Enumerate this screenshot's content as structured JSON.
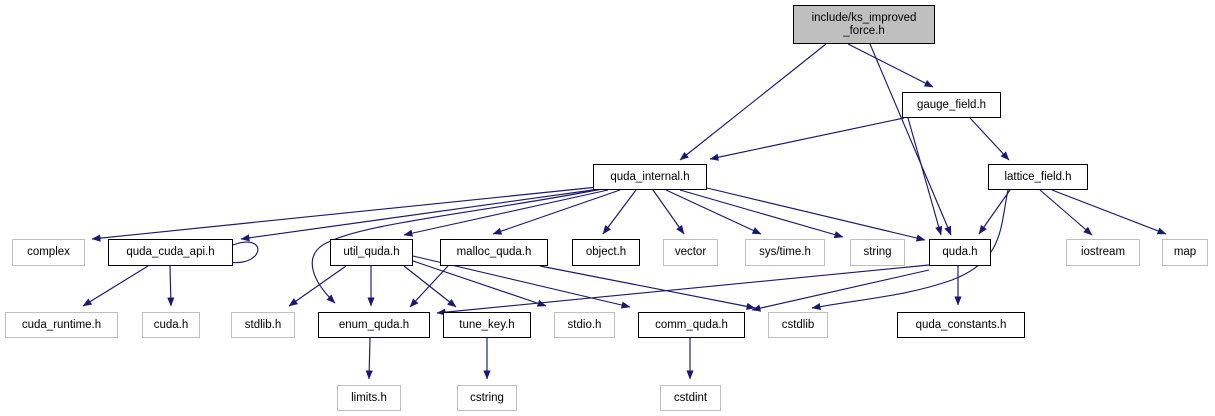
{
  "diagram": {
    "type": "include-dependency-graph",
    "root_file": "include/ks_improved_force.h",
    "colors": {
      "edge": "#191970",
      "main_node_fill": "#bfbfbf",
      "node_fill": "#ffffff",
      "linked_node_border": "#000000",
      "leaf_node_border": "#bebebe",
      "text": "#000000"
    },
    "nodes": [
      {
        "id": "ks",
        "label": "include/ks_improved\n_force.h",
        "kind": "main"
      },
      {
        "id": "gauge_field",
        "label": "gauge_field.h",
        "kind": "link"
      },
      {
        "id": "lattice_field",
        "label": "lattice_field.h",
        "kind": "link"
      },
      {
        "id": "quda_internal",
        "label": "quda_internal.h",
        "kind": "link"
      },
      {
        "id": "complex",
        "label": "complex",
        "kind": "leaf"
      },
      {
        "id": "quda_cuda_api",
        "label": "quda_cuda_api.h",
        "kind": "link"
      },
      {
        "id": "util_quda",
        "label": "util_quda.h",
        "kind": "link"
      },
      {
        "id": "malloc_quda",
        "label": "malloc_quda.h",
        "kind": "link"
      },
      {
        "id": "object",
        "label": "object.h",
        "kind": "link"
      },
      {
        "id": "vector",
        "label": "vector",
        "kind": "leaf"
      },
      {
        "id": "sys_time",
        "label": "sys/time.h",
        "kind": "leaf"
      },
      {
        "id": "string",
        "label": "string",
        "kind": "leaf"
      },
      {
        "id": "quda",
        "label": "quda.h",
        "kind": "link"
      },
      {
        "id": "iostream",
        "label": "iostream",
        "kind": "leaf"
      },
      {
        "id": "map",
        "label": "map",
        "kind": "leaf"
      },
      {
        "id": "cuda_runtime",
        "label": "cuda_runtime.h",
        "kind": "leaf"
      },
      {
        "id": "cuda",
        "label": "cuda.h",
        "kind": "leaf"
      },
      {
        "id": "stdlib",
        "label": "stdlib.h",
        "kind": "leaf"
      },
      {
        "id": "enum_quda",
        "label": "enum_quda.h",
        "kind": "link"
      },
      {
        "id": "tune_key",
        "label": "tune_key.h",
        "kind": "link"
      },
      {
        "id": "stdio",
        "label": "stdio.h",
        "kind": "leaf"
      },
      {
        "id": "comm_quda",
        "label": "comm_quda.h",
        "kind": "link"
      },
      {
        "id": "cstdlib",
        "label": "cstdlib",
        "kind": "leaf"
      },
      {
        "id": "quda_constants",
        "label": "quda_constants.h",
        "kind": "link"
      },
      {
        "id": "limits",
        "label": "limits.h",
        "kind": "leaf"
      },
      {
        "id": "cstring",
        "label": "cstring",
        "kind": "leaf"
      },
      {
        "id": "cstdint",
        "label": "cstdint",
        "kind": "leaf"
      }
    ],
    "edges": [
      {
        "from": "ks",
        "to": "gauge_field"
      },
      {
        "from": "ks",
        "to": "quda_internal"
      },
      {
        "from": "ks",
        "to": "quda"
      },
      {
        "from": "gauge_field",
        "to": "quda_internal"
      },
      {
        "from": "gauge_field",
        "to": "lattice_field"
      },
      {
        "from": "gauge_field",
        "to": "quda"
      },
      {
        "from": "lattice_field",
        "to": "quda"
      },
      {
        "from": "lattice_field",
        "to": "iostream"
      },
      {
        "from": "lattice_field",
        "to": "map"
      },
      {
        "from": "lattice_field",
        "to": "cstdlib"
      },
      {
        "from": "quda_internal",
        "to": "complex"
      },
      {
        "from": "quda_internal",
        "to": "quda_cuda_api"
      },
      {
        "from": "quda_internal",
        "to": "util_quda"
      },
      {
        "from": "quda_internal",
        "to": "malloc_quda"
      },
      {
        "from": "quda_internal",
        "to": "object"
      },
      {
        "from": "quda_internal",
        "to": "vector"
      },
      {
        "from": "quda_internal",
        "to": "sys_time"
      },
      {
        "from": "quda_internal",
        "to": "string"
      },
      {
        "from": "quda_internal",
        "to": "quda"
      },
      {
        "from": "quda_internal",
        "to": "enum_quda"
      },
      {
        "from": "quda_cuda_api",
        "to": "quda_cuda_api"
      },
      {
        "from": "quda_cuda_api",
        "to": "cuda_runtime"
      },
      {
        "from": "quda_cuda_api",
        "to": "cuda"
      },
      {
        "from": "util_quda",
        "to": "stdlib"
      },
      {
        "from": "util_quda",
        "to": "enum_quda"
      },
      {
        "from": "util_quda",
        "to": "tune_key"
      },
      {
        "from": "util_quda",
        "to": "stdio"
      },
      {
        "from": "util_quda",
        "to": "comm_quda"
      },
      {
        "from": "malloc_quda",
        "to": "enum_quda"
      },
      {
        "from": "malloc_quda",
        "to": "cstdlib"
      },
      {
        "from": "quda",
        "to": "enum_quda"
      },
      {
        "from": "quda",
        "to": "comm_quda"
      },
      {
        "from": "quda",
        "to": "quda_constants"
      },
      {
        "from": "enum_quda",
        "to": "limits"
      },
      {
        "from": "tune_key",
        "to": "cstring"
      },
      {
        "from": "comm_quda",
        "to": "cstdint"
      }
    ]
  }
}
